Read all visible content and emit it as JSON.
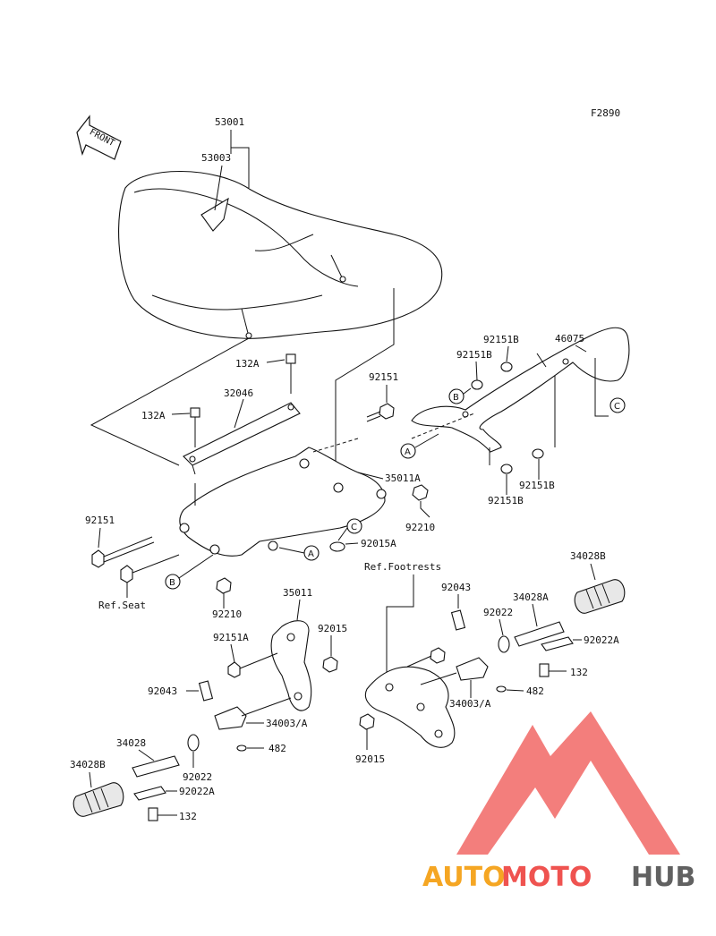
{
  "figure_code": "F2890",
  "front_arrow_text": "FRONT",
  "callouts": {
    "p53001": "53001",
    "p53003": "53003",
    "p132A_top": "132A",
    "p132A_left": "132A",
    "p32046": "32046",
    "p92151_mid": "92151",
    "p46075": "46075",
    "p92151B_1": "92151B",
    "p92151B_2": "92151B",
    "p92151B_3": "92151B",
    "p92151B_4": "92151B",
    "p35011A": "35011A",
    "p92210_r": "92210",
    "p92015A": "92015A",
    "p92151_left": "92151",
    "p92210_l": "92210",
    "p35011": "35011",
    "p92015_l": "92015",
    "p92151A": "92151A",
    "p92043_l": "92043",
    "p34003A_l": "34003/A",
    "p482_l": "482",
    "p34028": "34028",
    "p92022_l": "92022",
    "p92022A_l": "92022A",
    "p34028B_l": "34028B",
    "p132_l": "132",
    "p92043_r": "92043",
    "p92022_r": "92022",
    "p34028A": "34028A",
    "p34028B_r": "34028B",
    "p92022A_r": "92022A",
    "p132_r": "132",
    "p34003A_r": "34003/A",
    "p482_r": "482",
    "p92015_r": "92015"
  },
  "refs": {
    "seat": "Ref.Seat",
    "footrests": "Ref.Footrests"
  },
  "circle_letters": {
    "a1": "A",
    "a2": "A",
    "b1": "B",
    "b2": "B",
    "c1": "C",
    "c2": "C"
  },
  "watermark": {
    "part1": "AUTO",
    "part2": "MOTO",
    "part3": "HUB",
    "color_orange": "#f5a623",
    "color_red": "#ef5350",
    "color_gray": "#616161"
  }
}
